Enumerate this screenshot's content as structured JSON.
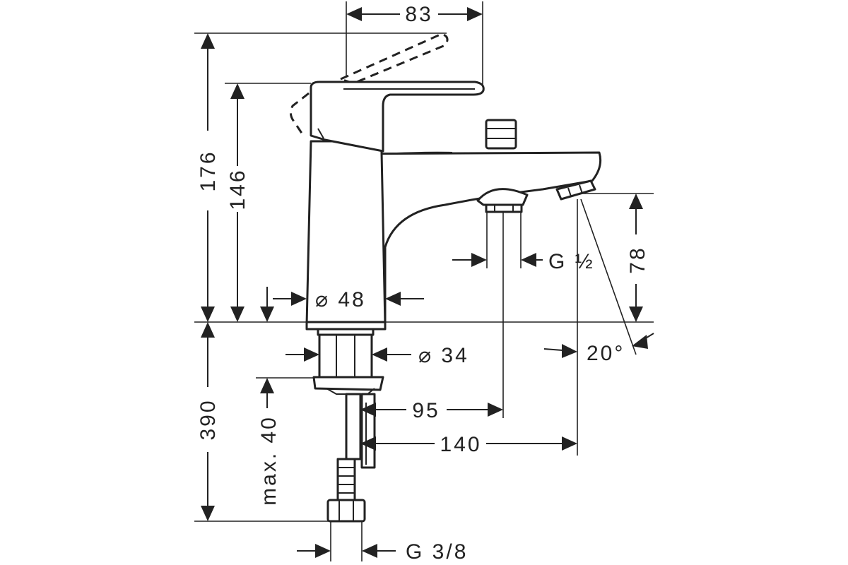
{
  "dimensions": {
    "width_top": "83",
    "total_height": "176",
    "body_height": "146",
    "spout_height": "78",
    "body_diameter": "⌀ 48",
    "shank_diameter": "⌀ 34",
    "spout_thread": "G ½",
    "angle": "20°",
    "shank_length": "390",
    "max_thickness": "max. 40",
    "reach_inner": "95",
    "reach_outer": "140",
    "hose_thread": "G 3/8"
  }
}
